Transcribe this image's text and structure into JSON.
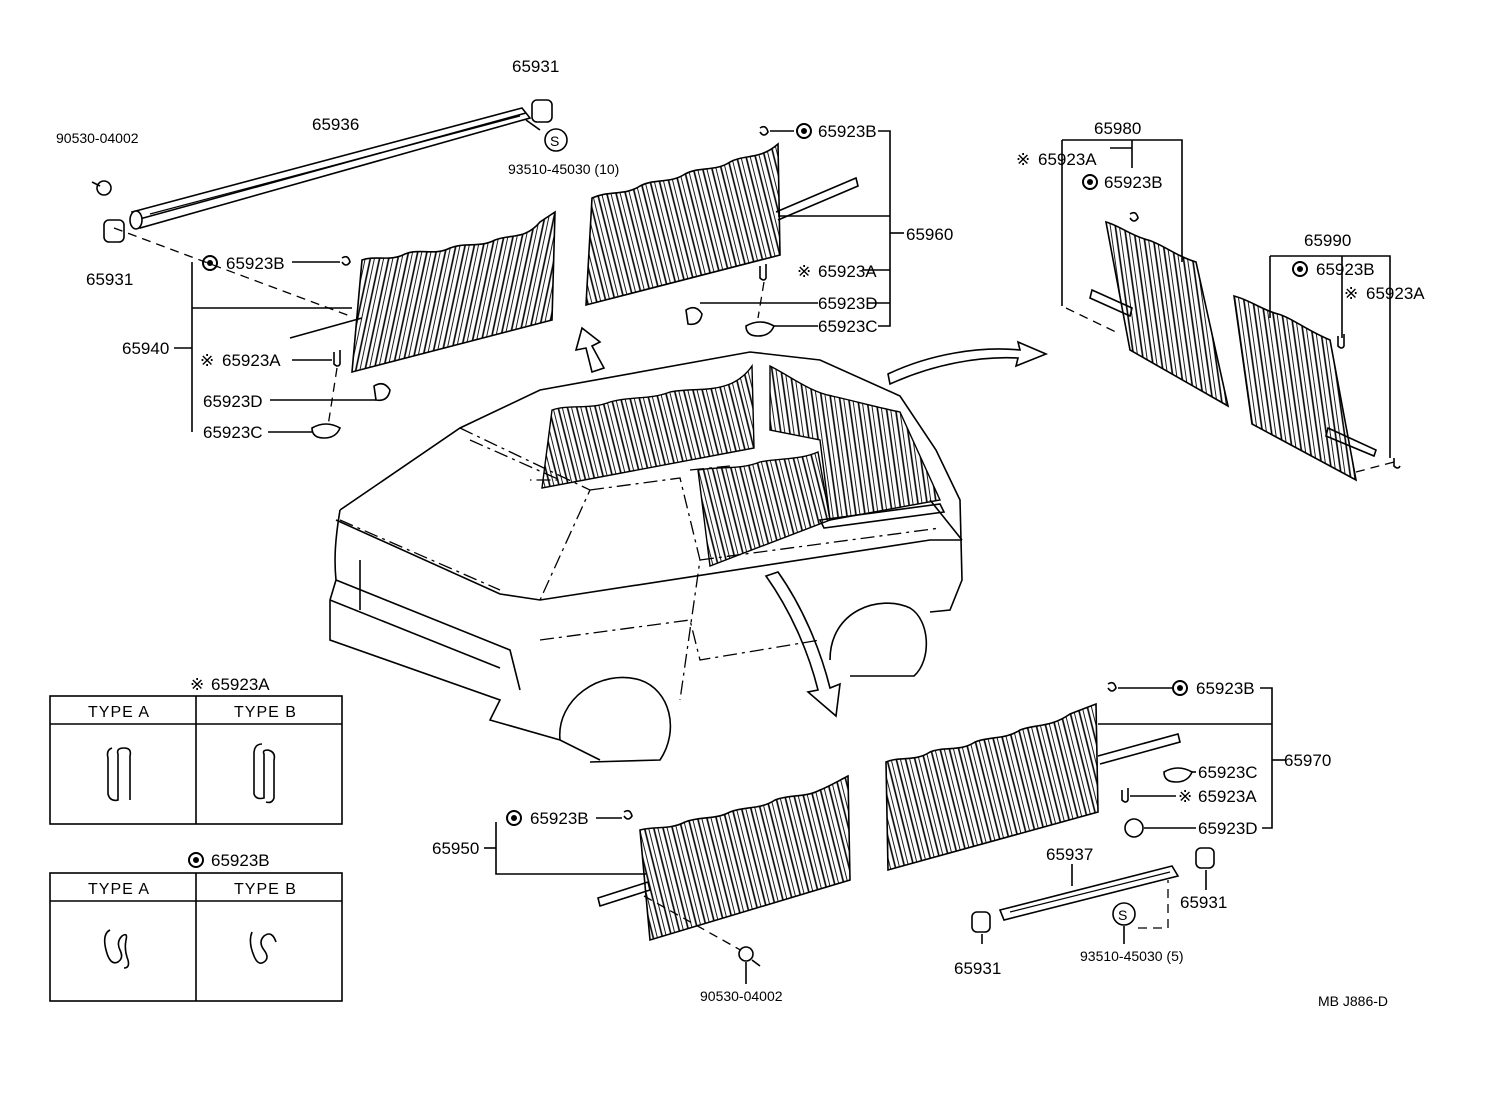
{
  "diagram": {
    "parts": {
      "p65931_a": "65931",
      "p65936": "65936",
      "p90530_a": "90530-04002",
      "p93510_a": "93510-45030 (10)",
      "p65931_b": "65931",
      "p65940": "65940",
      "p65923B_1": "65923B",
      "p65923A_1": "65923A",
      "p65923D_1": "65923D",
      "p65923C_1": "65923C",
      "p65923B_2": "65923B",
      "p65923A_2": "65923A",
      "p65923D_2": "65923D",
      "p65923C_2": "65923C",
      "p65960": "65960",
      "p65980": "65980",
      "p65923A_3": "65923A",
      "p65923B_3": "65923B",
      "p65990": "65990",
      "p65923B_4": "65923B",
      "p65923A_4": "65923A",
      "p65923B_5": "65923B",
      "p65923C_5": "65923C",
      "p65923A_5": "65923A",
      "p65923D_5": "65923D",
      "p65970": "65970",
      "p65937": "65937",
      "p65931_c": "65931",
      "p65931_d": "65931",
      "p93510_b": "93510-45030 (5)",
      "p65950": "65950",
      "p65923B_6": "65923B",
      "p90530_b": "90530-04002"
    },
    "symbols": {
      "star": "※",
      "s_mark": "S"
    },
    "table_a": {
      "title": "65923A",
      "col_a": "TYPE  A",
      "col_b": "TYPE  B"
    },
    "table_b": {
      "title": "65923B",
      "col_a": "TYPE  A",
      "col_b": "TYPE  B"
    },
    "code": "MB   J886-D"
  }
}
